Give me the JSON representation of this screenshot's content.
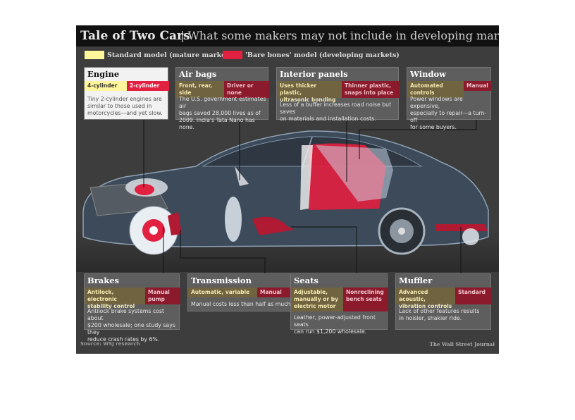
{
  "header": {
    "title": "Tale of Two Cars",
    "subtitle": "| What some makers may not include in developing markets"
  },
  "legend": [
    {
      "label": "Standard model (mature markets)",
      "color": "#fff59a"
    },
    {
      "label": "'Bare bones' model (developing markets)",
      "color": "#e2203f"
    }
  ],
  "panels": {
    "engine": {
      "title": "Engine",
      "standard": "4-cylinder",
      "bare": "2-cylinder",
      "desc": [
        "Tiny 2-cylinder engines are",
        "similar to those used in",
        "motorcycles—and yet slow."
      ]
    },
    "airbags": {
      "title": "Air bags",
      "standard": "Front, rear, side",
      "bare": "Driver or none",
      "desc": [
        "The U.S. government estimates air",
        "bags saved 28,000 lives as of",
        "2009. India's Tata Nano has none."
      ]
    },
    "interior": {
      "title": "Interior panels",
      "standard": [
        "Uses thicker plastic,",
        "ultrasonic bonding"
      ],
      "bare": [
        "Thinner plastic,",
        "snaps into place"
      ],
      "desc": [
        "Less of a buffer increases road noise but saves",
        "on materials and installation costs."
      ]
    },
    "window": {
      "title": "Window",
      "standard": "Automated controls",
      "bare": "Manual",
      "desc": [
        "Power windows are expensive,",
        "especially to repair—a turn-off",
        "for some buyers."
      ]
    },
    "brakes": {
      "title": "Brakes",
      "standard": [
        "Antilock, electronic",
        "stability control"
      ],
      "bare": [
        "Manual",
        "pump"
      ],
      "desc": [
        "Antilock brake systems cost about",
        "$200 wholesale; one study says they",
        "reduce crash rates by 6%."
      ]
    },
    "transmission": {
      "title": "Transmission",
      "standard": "Automatic, variable",
      "bare": "Manual",
      "desc": [
        "Manual costs less than half as much."
      ]
    },
    "seats": {
      "title": "Seats",
      "standard": [
        "Adjustable,",
        "manually or by",
        "electric motor"
      ],
      "bare": [
        "Nonreclining",
        "bench seats"
      ],
      "desc": [
        "Leather, power-adjusted front seats",
        "can run $1,200 wholesale."
      ]
    },
    "muffler": {
      "title": "Muffler",
      "standard": [
        "Advanced acoustic,",
        "vibration controls"
      ],
      "bare": [
        "Standard"
      ],
      "desc": [
        "Lack of other features results",
        "in noisier, shakier ride."
      ]
    }
  },
  "footer": {
    "source": "Source: WSJ research",
    "credit": "The Wall Street Journal"
  }
}
